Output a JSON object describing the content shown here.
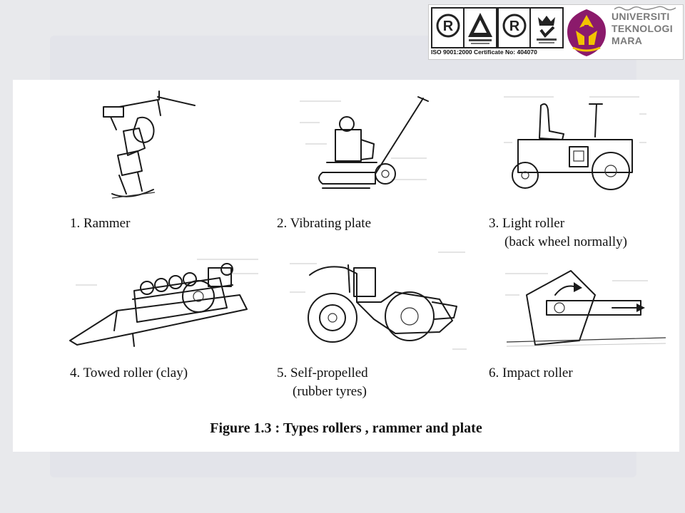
{
  "header": {
    "certificate_caption": "ISO 9001:2000 Certificate No: 404070",
    "university_name_lines": [
      "UNIVERSITI",
      "TEKNOLOGI",
      "MARA"
    ],
    "crest_color": "#8b1a6b"
  },
  "figure": {
    "items": [
      {
        "caption": "1. Rammer",
        "sub": ""
      },
      {
        "caption": "2. Vibrating plate",
        "sub": ""
      },
      {
        "caption": "3. Light roller",
        "sub": "(back wheel normally)"
      },
      {
        "caption": "4. Towed roller  (clay)",
        "sub": ""
      },
      {
        "caption": "5. Self-propelled",
        "sub": "(rubber tyres)"
      },
      {
        "caption": "6. Impact roller",
        "sub": ""
      }
    ],
    "title": "Figure 1.3 : Types rollers , rammer and plate"
  }
}
